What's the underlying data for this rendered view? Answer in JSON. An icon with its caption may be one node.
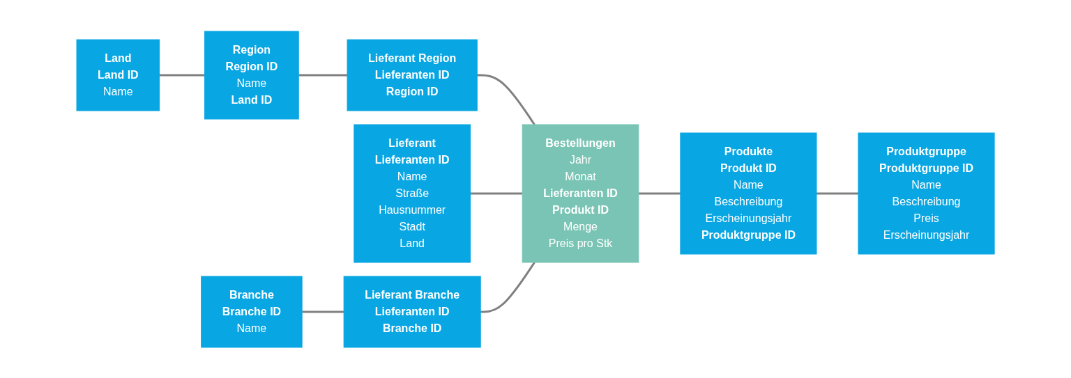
{
  "diagram": {
    "nodes": [
      {
        "text": [
          "Land",
          "Land ID",
          "Name"
        ]
      },
      {
        "text": [
          "Region",
          "Region ID",
          "Name",
          "Land ID"
        ]
      },
      {
        "text": [
          "Lieferant Region",
          "Lieferanten ID",
          "Region ID"
        ]
      },
      {
        "text": [
          "Lieferant",
          "Lieferanten ID",
          "Name",
          "Straße",
          "Hausnummer",
          "Stadt",
          "Land"
        ]
      },
      {
        "text": [
          "Branche",
          "Branche ID",
          "Name"
        ]
      },
      {
        "text": [
          "Lieferant Branche",
          "Lieferanten ID",
          "Branche ID"
        ]
      },
      {
        "text": [
          "Bestellungen",
          "Jahr",
          "Monat",
          "Lieferanten ID",
          "Produkt ID",
          "Menge",
          "Preis pro Stk"
        ]
      },
      {
        "text": [
          "Produkte",
          "Produkt ID",
          "Name",
          "Beschreibung",
          "Erscheinungsjahr",
          "Produktgruppe ID"
        ]
      },
      {
        "text": [
          "Produktgruppe",
          "Produktgruppe ID",
          "Name",
          "Beschreibung",
          "Preis",
          "Erscheinungsjahr"
        ]
      }
    ],
    "edges": [
      {
        "from": 0,
        "to": 1,
        "arrow": "none"
      },
      {
        "from": 1,
        "to": 2,
        "arrow": "none"
      },
      {
        "from": 4,
        "to": 5,
        "arrow": "none"
      },
      {
        "from": 2,
        "to": 6,
        "arrow": "none"
      },
      {
        "from": 3,
        "to": 6,
        "arrow": "none"
      },
      {
        "from": 5,
        "to": 6,
        "arrow": "none"
      },
      {
        "from": 6,
        "to": 7,
        "arrow": "none"
      },
      {
        "from": 7,
        "to": 8,
        "arrow": "none"
      }
    ]
  }
}
